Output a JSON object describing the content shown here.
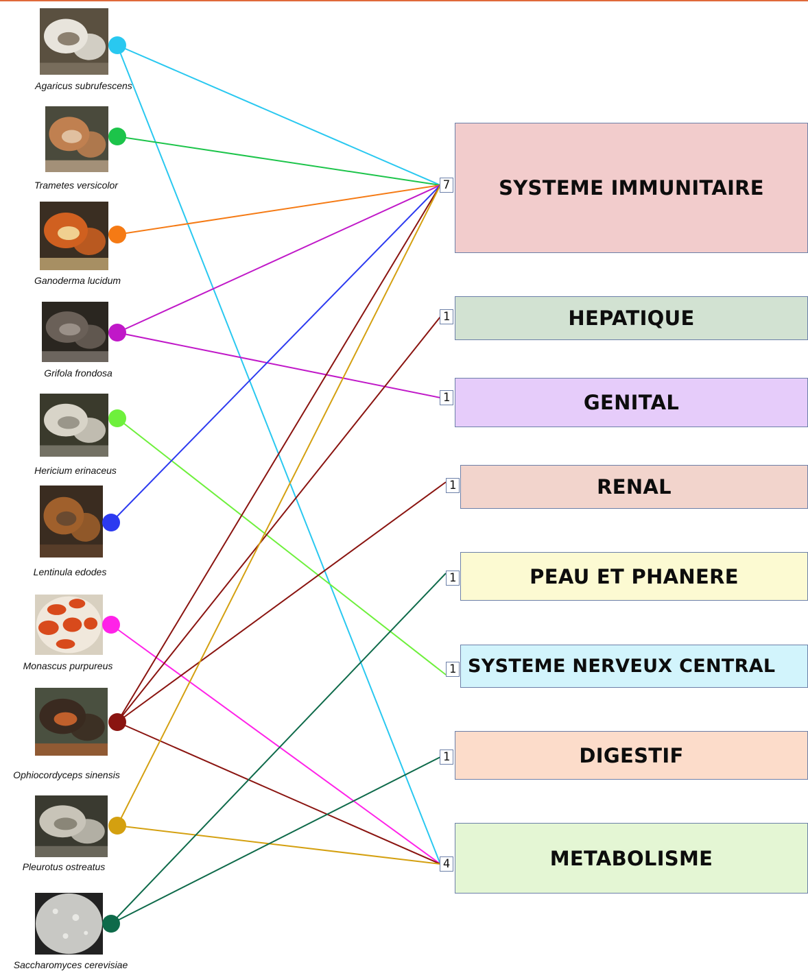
{
  "organisms": [
    {
      "name": "Agaricus subrufescens",
      "color": "#29c8f0",
      "icon": "mushroom-white-cap-icon",
      "photo_colors": [
        "#5a5040",
        "#e8e4dc",
        "#8c8070"
      ]
    },
    {
      "name": "Trametes versicolor",
      "color": "#1cc44a",
      "icon": "bracket-fungus-icon",
      "photo_colors": [
        "#4a4a3c",
        "#c08050",
        "#e0c0a0"
      ]
    },
    {
      "name": "Ganoderma lucidum",
      "color": "#f57a14",
      "icon": "reishi-icon",
      "photo_colors": [
        "#3a2e22",
        "#d06020",
        "#f0d090"
      ]
    },
    {
      "name": "Grifola frondosa",
      "color": "#c018c8",
      "icon": "maitake-icon",
      "photo_colors": [
        "#2a2620",
        "#6a6058",
        "#9a9088"
      ]
    },
    {
      "name": "Hericium erinaceus",
      "color": "#6ef03c",
      "icon": "lions-mane-icon",
      "photo_colors": [
        "#3a3a2c",
        "#d8d4c8",
        "#9a968a"
      ]
    },
    {
      "name": "Lentinula edodes",
      "color": "#2c3af0",
      "icon": "shiitake-icon",
      "photo_colors": [
        "#3a2c20",
        "#a0602c",
        "#6a4a30"
      ]
    },
    {
      "name": "Monascus purpureus",
      "color": "#ff22e8",
      "icon": "petri-dish-red-colonies-icon",
      "photo_colors": [
        "#d8d0c0",
        "#d84a1c",
        "#f0e8dc"
      ]
    },
    {
      "name": "Ophiocordyceps sinensis",
      "color": "#8a1410",
      "icon": "cordyceps-icon",
      "photo_colors": [
        "#4a5040",
        "#3a2a20",
        "#c0602c"
      ]
    },
    {
      "name": "Pleurotus ostreatus",
      "color": "#d4a010",
      "icon": "oyster-mushroom-icon",
      "photo_colors": [
        "#3a3a30",
        "#c8c4b8",
        "#8a8678"
      ]
    },
    {
      "name": "Saccharomyces cerevisiae",
      "color": "#0e6a4a",
      "icon": "yeast-plate-icon",
      "photo_colors": [
        "#222222",
        "#c8c8c4",
        "#e8e8e4"
      ]
    }
  ],
  "systems": [
    {
      "label": "SYSTEME IMMUNITAIRE",
      "count": "7",
      "bg": "#f2cccc"
    },
    {
      "label": "HEPATIQUE",
      "count": "1",
      "bg": "#d2e2d2"
    },
    {
      "label": "GENITAL",
      "count": "1",
      "bg": "#e6ccfa"
    },
    {
      "label": "RENAL",
      "count": "1",
      "bg": "#f2d4cc"
    },
    {
      "label": "PEAU ET PHANERE",
      "count": "1",
      "bg": "#fcfad2"
    },
    {
      "label": "SYSTEME NERVEUX CENTRAL",
      "count": "1",
      "bg": "#d2f4fc"
    },
    {
      "label": "DIGESTIF",
      "count": "1",
      "bg": "#fcdcca"
    },
    {
      "label": "METABOLISME",
      "count": "4",
      "bg": "#e4f6d4"
    }
  ],
  "links": [
    {
      "from": 0,
      "to": 0
    },
    {
      "from": 0,
      "to": 7
    },
    {
      "from": 1,
      "to": 0
    },
    {
      "from": 2,
      "to": 0
    },
    {
      "from": 3,
      "to": 0
    },
    {
      "from": 3,
      "to": 2
    },
    {
      "from": 4,
      "to": 5
    },
    {
      "from": 5,
      "to": 0
    },
    {
      "from": 6,
      "to": 7
    },
    {
      "from": 7,
      "to": 0
    },
    {
      "from": 7,
      "to": 1
    },
    {
      "from": 7,
      "to": 3
    },
    {
      "from": 7,
      "to": 7
    },
    {
      "from": 8,
      "to": 0
    },
    {
      "from": 8,
      "to": 7
    },
    {
      "from": 9,
      "to": 4
    },
    {
      "from": 9,
      "to": 6
    }
  ]
}
